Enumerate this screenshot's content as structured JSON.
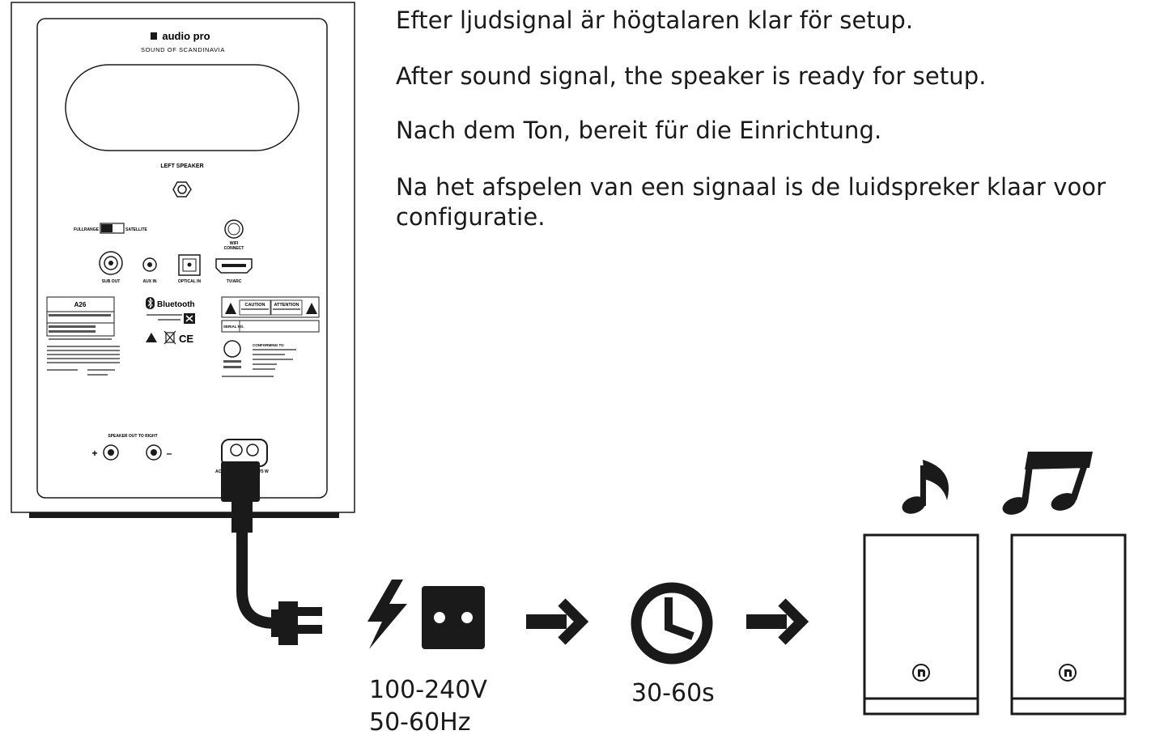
{
  "instructions": [
    "Efter ljudsignal är högtalaren klar för setup.",
    "After sound signal, the speaker is ready for setup.",
    "Nach dem Ton, bereit für die Einrichtung.",
    "Na het afspelen van een signaal is de luidspreker klaar voor configuratie."
  ],
  "power": {
    "voltage": "100-240V",
    "frequency": "50-60Hz"
  },
  "wait": {
    "duration": "30-60s"
  },
  "panel": {
    "brand": "audio pro",
    "tagline": "SOUND OF SCANDINAVIA",
    "left_speaker": "LEFT SPEAKER",
    "fullrange": "FULLRANGE",
    "satellite": "SATELLITE",
    "wifi_connect_1": "WIFI",
    "wifi_connect_2": "CONNECT",
    "sub_out": "SUB OUT",
    "aux_in": "AUX IN",
    "optical_in": "OPTICAL IN",
    "tv_arc": "TV/ARC",
    "model": "A26",
    "bluetooth": "Bluetooth",
    "caution": "CAUTION",
    "attention": "ATTENTION",
    "serial_no": "SERIAL NO.",
    "conforming": "CONFORMING TO",
    "speaker_out_right": "SPEAKER OUT TO RIGHT",
    "plus": "+",
    "minus": "–",
    "ac_left": "AC",
    "ac_right": "75 W"
  }
}
